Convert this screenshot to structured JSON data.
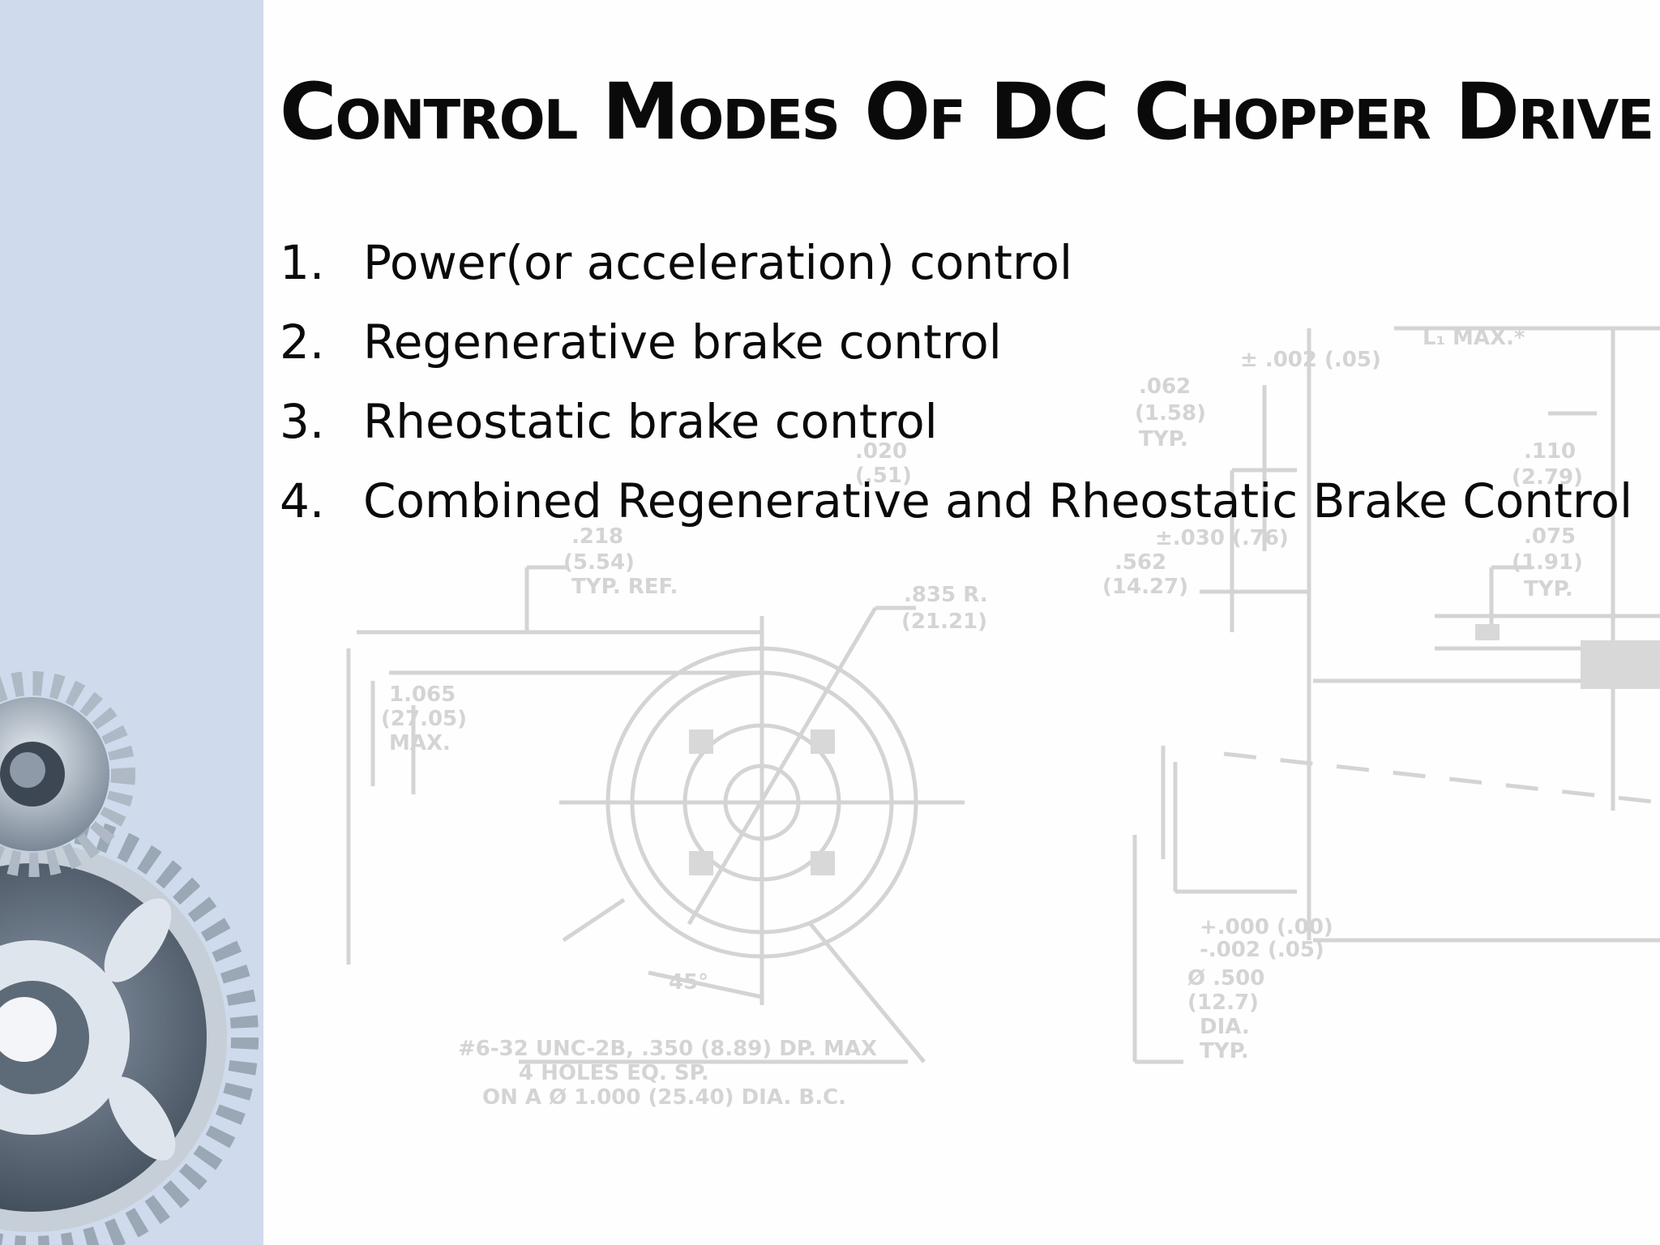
{
  "slide": {
    "title": "Control Modes Of DC Chopper Drive",
    "modes": [
      {
        "number": "1.",
        "label": "Power(or acceleration) control"
      },
      {
        "number": "2.",
        "label": "Regenerative brake control"
      },
      {
        "number": "3.",
        "label": "Rheostatic brake control"
      },
      {
        "number": "4.",
        "label": "Combined Regenerative and Rheostatic Brake Control"
      }
    ]
  },
  "background_drawing": {
    "labels": [
      "± .002 (.05)",
      ".062",
      "(1.58)",
      "TYP.",
      ".020",
      "(.51)",
      ".218",
      "(5.54)",
      "TYP. REF.",
      ".835 R.",
      "(21.21)",
      "1.065",
      "(27.05)",
      "MAX.",
      "±.030 (.76)",
      ".562",
      "(14.27)",
      "L₁ MAX.*",
      ".110",
      "(2.79)",
      ".075",
      "(1.91)",
      "TYP.",
      "45°",
      "+.000 (.00)",
      "-.002 (.05)",
      "Ø .500",
      "(12.7)",
      "DIA.",
      "TYP.",
      "#6-32 UNC-2B, .350 (8.89) DP. MAX",
      "4 HOLES EQ. SP.",
      "ON A Ø 1.000 (25.40) DIA. B.C."
    ]
  },
  "colors": {
    "sidebar": "#cfdbec",
    "text": "#0a0a0a",
    "drawing": "#d2d2d2"
  }
}
